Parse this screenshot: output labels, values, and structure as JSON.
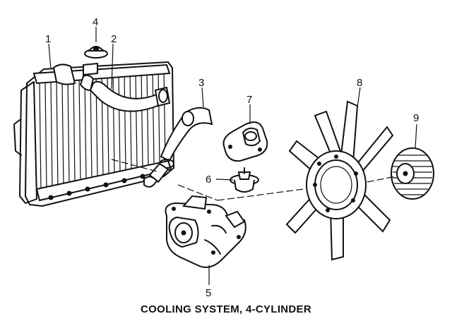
{
  "diagram": {
    "caption": "COOLING SYSTEM, 4-CYLINDER",
    "callouts": [
      {
        "id": "1",
        "label": "1"
      },
      {
        "id": "2",
        "label": "2"
      },
      {
        "id": "3",
        "label": "3"
      },
      {
        "id": "4",
        "label": "4"
      },
      {
        "id": "5",
        "label": "5"
      },
      {
        "id": "6",
        "label": "6"
      },
      {
        "id": "7",
        "label": "7"
      },
      {
        "id": "8",
        "label": "8"
      },
      {
        "id": "9",
        "label": "9"
      }
    ]
  }
}
